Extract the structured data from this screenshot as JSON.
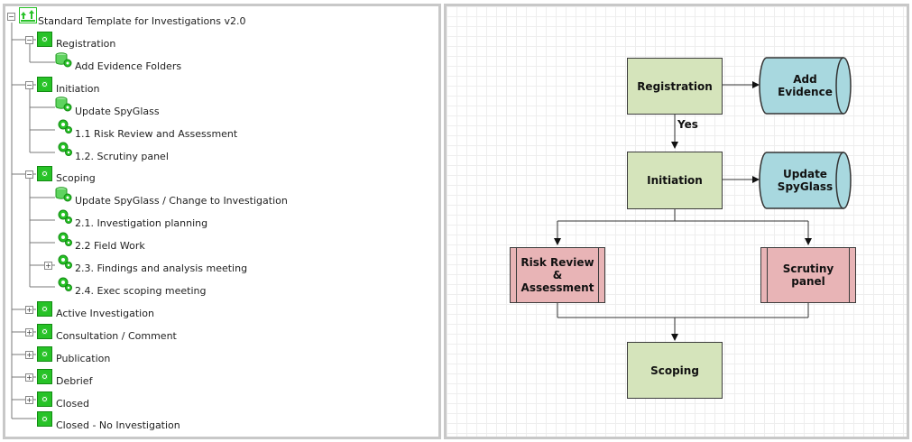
{
  "tree": {
    "root": "Standard Template for Investigations v2.0",
    "nodes": [
      {
        "label": "Registration"
      },
      {
        "label": "Add Evidence Folders"
      },
      {
        "label": "Initiation"
      },
      {
        "label": "Update SpyGlass"
      },
      {
        "label": "1.1 Risk Review and Assessment"
      },
      {
        "label": "1.2. Scrutiny panel"
      },
      {
        "label": "Scoping"
      },
      {
        "label": "Update SpyGlass / Change to Investigation"
      },
      {
        "label": "2.1. Investigation planning"
      },
      {
        "label": "2.2 Field Work"
      },
      {
        "label": "2.3. Findings and analysis meeting"
      },
      {
        "label": "2.4. Exec scoping meeting"
      },
      {
        "label": "Active Investigation"
      },
      {
        "label": "Consultation / Comment"
      },
      {
        "label": "Publication"
      },
      {
        "label": "Debrief"
      },
      {
        "label": "Closed"
      },
      {
        "label": "Closed - No Investigation"
      }
    ],
    "expander_collapsed": "+",
    "expander_expanded": "−"
  },
  "diagram": {
    "registration": "Registration",
    "add_evidence": "Add Evidence",
    "yes_label": "Yes",
    "initiation": "Initiation",
    "update_spyglass": "Update SpyGlass",
    "risk_review": "Risk Review & Assessment",
    "scrutiny_panel": "Scrutiny panel",
    "scoping": "Scoping"
  },
  "colors": {
    "process_fill": "#d5e4bb",
    "store_fill": "#a8d8df",
    "subprocess_fill": "#e8b4b6",
    "icon_green": "#27c227"
  }
}
